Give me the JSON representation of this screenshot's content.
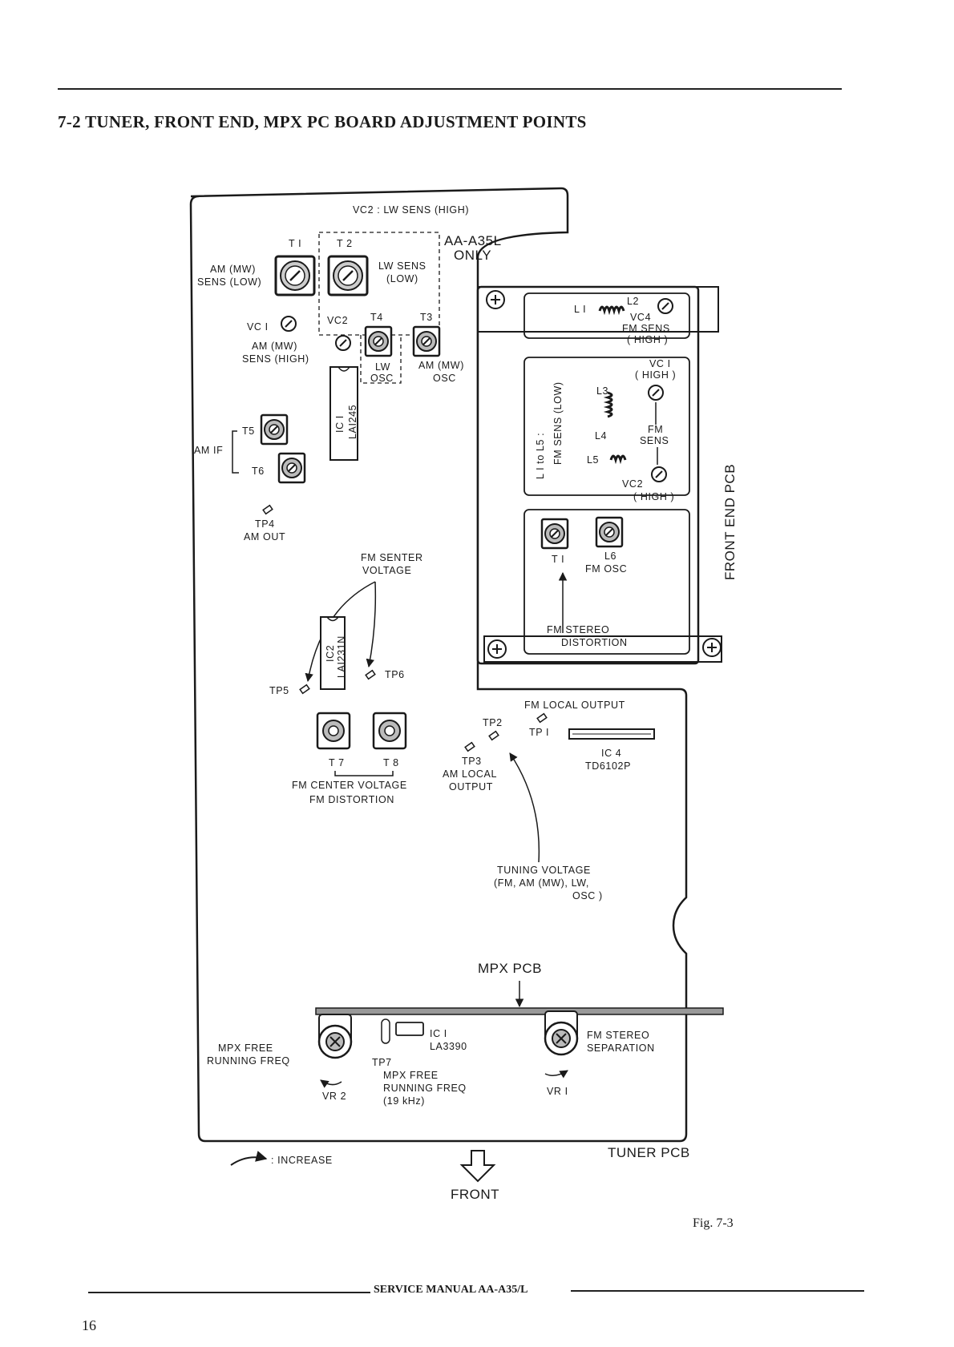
{
  "section_title": "7-2  TUNER, FRONT END, MPX PC BOARD ADJUSTMENT POINTS",
  "figure_caption": "Fig. 7-3",
  "footer_text": "SERVICE MANUAL  AA-A35/L",
  "page_number": "16",
  "labels": {
    "vc2_lw_sens_high": "VC2 : LW SENS (HIGH)",
    "t1": "T I",
    "t2": "T 2",
    "aa_a35l": "AA-A35L",
    "only": "ONLY",
    "am_mw_sens_low_1": "AM (MW)",
    "am_mw_sens_low_2": "SENS (LOW)",
    "lw_sens": "LW SENS",
    "lw_sens_low": "(LOW)",
    "vc1": "VC I",
    "vc2": "VC2",
    "t4": "T4",
    "t3": "T3",
    "am_mw_sens_high_1": "AM (MW)",
    "am_mw_sens_high_2": "SENS (HIGH)",
    "lw_osc_1": "LW",
    "lw_osc_2": "OSC",
    "am_mw_osc_1": "AM (MW)",
    "am_mw_osc_2": "OSC",
    "ic1": "IC I",
    "la1245": "LAI245",
    "am_if": "AM IF",
    "t5": "T5",
    "t6": "T6",
    "tp4": "TP4",
    "am_out": "AM  OUT",
    "fm_senter_voltage_1": "FM  SENTER",
    "fm_senter_voltage_2": "VOLTAGE",
    "ic2": "IC2",
    "la1231n": "LAI231N",
    "tp5": "TP5",
    "tp6": "TP6",
    "t7": "T 7",
    "t8": "T 8",
    "fm_center_voltage": "FM CENTER VOLTAGE",
    "fm_distortion": "FM DISTORTION",
    "fm_local_output": "FM  LOCAL  OUTPUT",
    "tp2": "TP2",
    "tp1": "TP I",
    "tp3": "TP3",
    "am_local_1": "AM  LOCAL",
    "am_local_2": "OUTPUT",
    "ic4": "IC 4",
    "td6102p": "TD6102P",
    "tuning_voltage_1": "TUNING  VOLTAGE",
    "tuning_voltage_2": "(FM, AM (MW), LW,",
    "tuning_voltage_3": "OSC )",
    "mpx_pcb": "MPX  PCB",
    "mpx_free_running_1": "MPX  FREE",
    "mpx_free_running_2": "RUNNING  FREQ",
    "ic1_mpx": "IC I",
    "la3390": "LA3390",
    "tp7": "TP7",
    "tp7_desc_1": "MPX  FREE",
    "tp7_desc_2": "RUNNING  FREQ",
    "tp7_desc_3": "(19 kHz)",
    "vr2": "VR 2",
    "vr1": "VR I",
    "fm_stereo_sep_1": "FM  STEREO",
    "fm_stereo_sep_2": "SEPARATION",
    "increase_legend": ": INCREASE",
    "front": "FRONT",
    "tuner_pcb": "TUNER  PCB",
    "front_end_pcb": "FRONT  END  PCB",
    "fe_l1": "L I",
    "fe_l2": "L2",
    "fe_vc4": "VC4",
    "fe_fm_sens": "FM  SENS",
    "fe_high_top": "( HIGH )",
    "fe_vc1": "VC I",
    "fe_vc1_high": "( HIGH )",
    "fe_l3": "L3",
    "fe_l4": "L4",
    "fe_l5": "L5",
    "fe_fm": "FM",
    "fe_sens": "SENS",
    "fe_vc2": "VC2",
    "fe_vc2_high": "( HIGH )",
    "fe_l1_to_l5": "L I to L5 :",
    "fe_fm_sens_low": "FM  SENS (LOW)",
    "fe_t1": "T I",
    "fe_l6": "L6",
    "fe_fm_osc": "FM  OSC",
    "fe_fm_stereo_1": "FM  STEREO",
    "fe_fm_stereo_2": "DISTORTION"
  }
}
